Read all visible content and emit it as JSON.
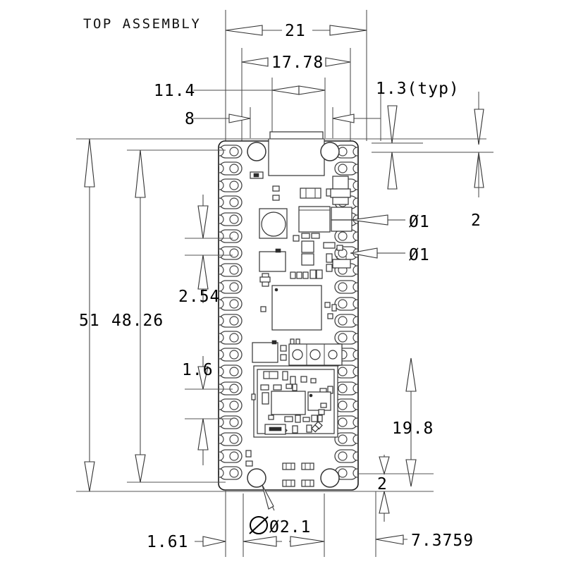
{
  "drawing": {
    "title": "TOP ASSEMBLY",
    "units": "mm",
    "view": "top-assembly-outline"
  },
  "dimensions": {
    "width_overall": "21",
    "width_pad_centers": "17.78",
    "width_hole_span": "11.4",
    "width_usb": "8",
    "pad_width_typ": "1.3(typ)",
    "edge_offset_right": "2",
    "hole_dia_upper": "Ø1",
    "hole_dia_lower": "Ø1",
    "length_overall": "51",
    "length_pad_centers": "48.26",
    "pad_pitch": "2.54",
    "top_edge_to_first_pad": "1.6",
    "bottom_ref": "19.8",
    "bottom_small": "2",
    "left_bottom_offset": "1.61",
    "mount_hole_dia": "Ø2.1",
    "bottom_right_ref": "7.3759"
  },
  "labels": {
    "top_assembly": "TOP ASSEMBLY",
    "w21": "21",
    "w1778": "17.78",
    "w114": "11.4",
    "w8": "8",
    "typ13": "1.3(typ)",
    "r2": "2",
    "dia1_a": "Ø1",
    "dia1_b": "Ø1",
    "l51": "51",
    "l4826": "48.26",
    "p254": "2.54",
    "t16": "1.6",
    "b198": "19.8",
    "b2": "2",
    "bl161": "1.61",
    "dia21": "Ø2.1",
    "br73759": "7.3759"
  },
  "board": {
    "left_pads_count": 20,
    "right_pads_count": 20,
    "corner_holes": 4,
    "has_usb_connector": true,
    "has_wireless_module": true,
    "debug_header_pins": 3
  },
  "colors": {
    "ink": "#000000",
    "line": "#333333",
    "dim": "#4a4a4a",
    "paper": "#ffffff"
  }
}
